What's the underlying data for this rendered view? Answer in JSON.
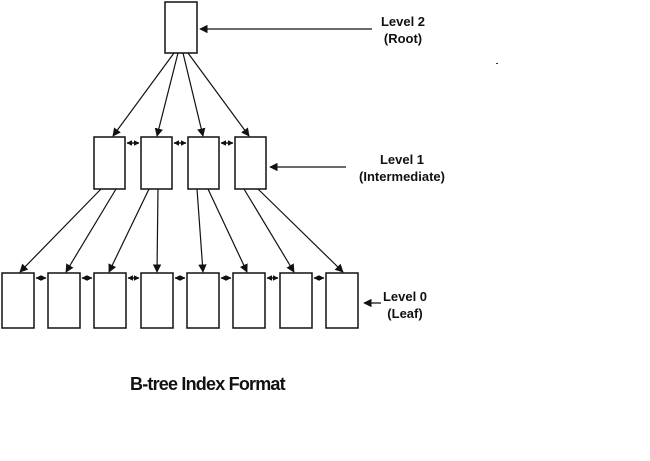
{
  "levels": [
    {
      "name": "Level 2",
      "role": "(Root)",
      "node_count": 1
    },
    {
      "name": "Level 1",
      "role": "(Intermediate)",
      "node_count": 4
    },
    {
      "name": "Level 0",
      "role": "(Leaf)",
      "node_count": 8
    }
  ],
  "caption": "B-tree Index Format"
}
